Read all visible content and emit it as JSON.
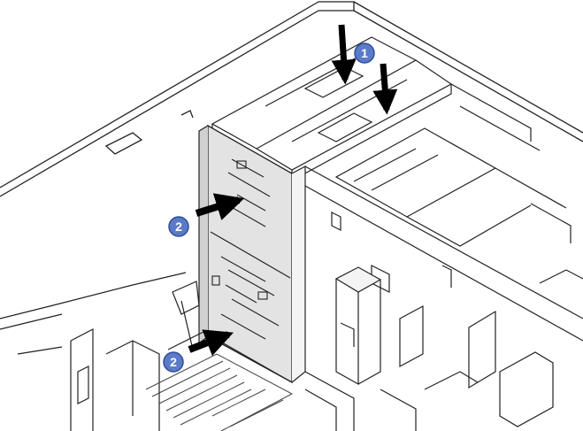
{
  "callouts": [
    {
      "id": "callout-1",
      "label": "1"
    },
    {
      "id": "callout-2-upper",
      "label": "2"
    },
    {
      "id": "callout-2-lower",
      "label": "2"
    }
  ],
  "colors": {
    "line": "#222222",
    "bay_fill": "#e3e3e3",
    "badge_fill": "#5b7bc9",
    "badge_stroke": "#2f4f9a",
    "arrow": "#000000"
  }
}
